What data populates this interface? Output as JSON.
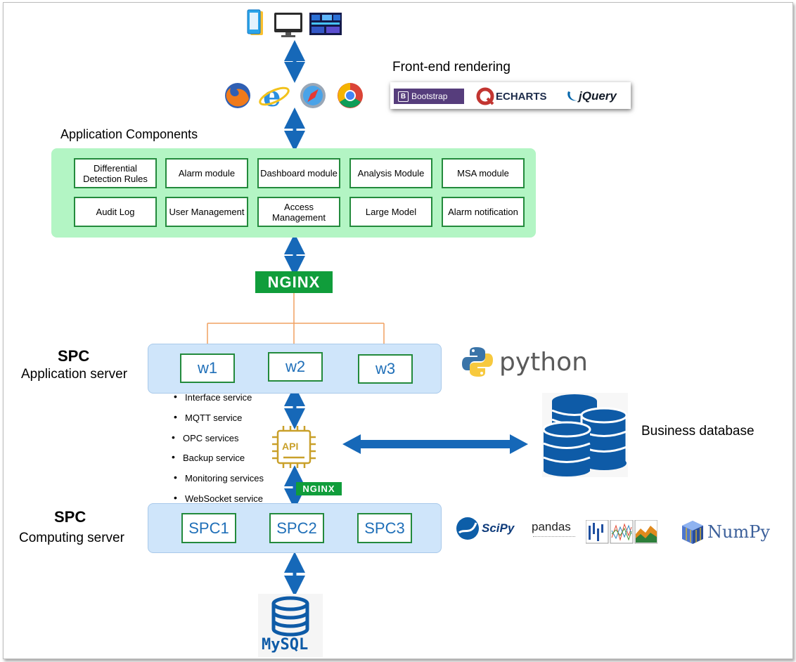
{
  "titles": {
    "front_end": "Front-end rendering",
    "app_components": "Application Components",
    "spc_app_bold": "SPC",
    "spc_app_sub": "Application server",
    "spc_comp_bold": "SPC",
    "spc_comp_sub": "Computing server",
    "business_db": "Business database"
  },
  "frontend_libs": {
    "bootstrap": "Bootstrap",
    "echarts": "ECHARTS",
    "jquery": "jQuery"
  },
  "modules": [
    "Differential Detection Rules",
    "Alarm module",
    "Dashboard module",
    "Analysis Module",
    "MSA module",
    "Audit Log",
    "User Management",
    "Access Management",
    "Large Model",
    "Alarm notification"
  ],
  "nginx": "NGINX",
  "workers": [
    "w1",
    "w2",
    "w3"
  ],
  "services": [
    "Interface service",
    "MQTT service",
    "OPC services",
    "Backup service",
    "Monitoring services",
    "WebSocket service"
  ],
  "api_label": "API",
  "compute_nodes": [
    "SPC1",
    "SPC2",
    "SPC3"
  ],
  "tech": {
    "python": "python",
    "scipy": "SciPy",
    "pandas": "pandas",
    "numpy": "NumPy",
    "mysql": "MySQL"
  },
  "colors": {
    "arrow": "#1668b8",
    "panel_green": "#b3f5c4",
    "module_border": "#238a3c",
    "server_blue": "#cfe5fa",
    "nginx_green": "#109d3b",
    "orange_line": "#f0a060",
    "db_blue": "#0e5ba7"
  }
}
